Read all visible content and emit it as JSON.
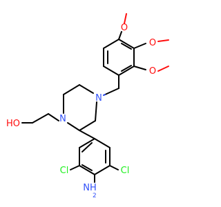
{
  "molecule": {
    "atoms": {
      "o_top": {
        "text": "O",
        "color": "#ff0d0d"
      },
      "o_right": {
        "text": "O",
        "color": "#ff0d0d"
      },
      "o_low": {
        "text": "O",
        "color": "#ff0d0d"
      },
      "n_ring_top": {
        "text": "N",
        "color": "#3050f8"
      },
      "n_ring_left": {
        "text": "N",
        "color": "#3050f8"
      },
      "ho": {
        "text": "HO",
        "color": "#ff0d0d"
      },
      "cl_left": {
        "text": "Cl",
        "color": "#1ff01f"
      },
      "cl_right": {
        "text": "Cl",
        "color": "#1ff01f"
      },
      "nh2": {
        "text": "NH",
        "color": "#3050f8"
      },
      "nh2_sub": {
        "text": "2",
        "color": "#3050f8"
      }
    }
  }
}
